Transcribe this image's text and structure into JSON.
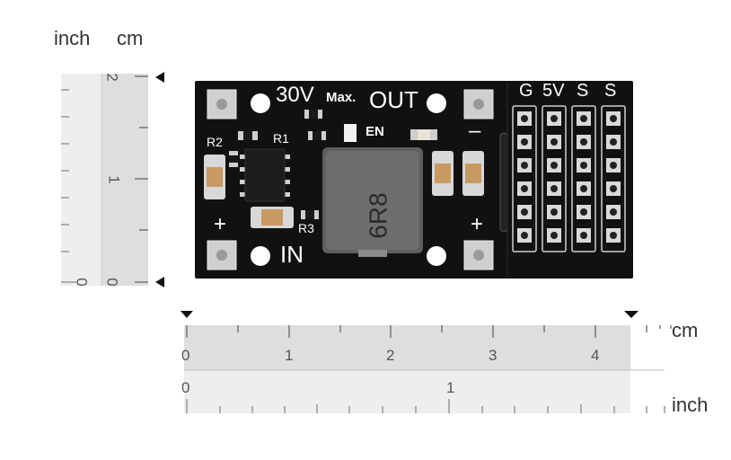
{
  "labels": {
    "vertical_inch_unit": "inch",
    "vertical_cm_unit": "cm",
    "horizontal_cm_unit": "cm",
    "horizontal_inch_unit": "inch"
  },
  "vertical_ruler": {
    "cm_ticks": [
      "2",
      "1",
      "0"
    ],
    "inch_ticks": [
      "0"
    ]
  },
  "horizontal_ruler": {
    "cm_ticks": [
      "0",
      "1",
      "2",
      "3",
      "4"
    ],
    "inch_ticks": [
      "0",
      "1"
    ]
  },
  "board": {
    "silkscreen": {
      "voltage": "30V",
      "max": "Max.",
      "out": "OUT",
      "in": "IN",
      "en": "EN",
      "r1": "R1",
      "r2": "R2",
      "r3": "R3",
      "plus_in": "+",
      "plus_out": "+",
      "minus": "–",
      "inductor_code": "6R8",
      "header_labels": [
        "G",
        "5V",
        "S",
        "S"
      ]
    },
    "colors": {
      "pcb": "#111111",
      "pad": "#d9d9d9",
      "inductor": "#6e6e6e",
      "capacitor": "#c79a63"
    }
  }
}
